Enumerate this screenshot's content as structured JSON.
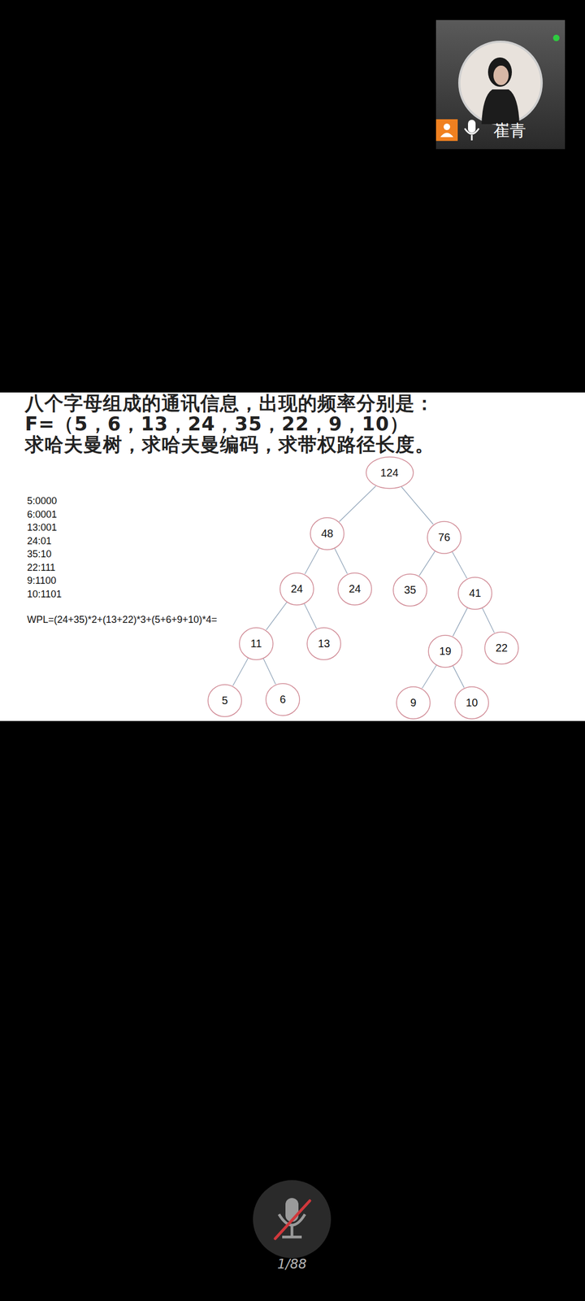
{
  "diagram": {
    "nodes": [
      {
        "text": [
          "124"
        ]
      },
      {
        "text": [
          "48"
        ]
      },
      {
        "text": [
          "76"
        ]
      },
      {
        "text": [
          "24"
        ]
      },
      {
        "text": [
          "24"
        ]
      },
      {
        "text": [
          "35"
        ]
      },
      {
        "text": [
          "41"
        ]
      },
      {
        "text": [
          "11"
        ]
      },
      {
        "text": [
          "13"
        ]
      },
      {
        "text": [
          "19"
        ]
      },
      {
        "text": [
          "22"
        ]
      },
      {
        "text": [
          "5"
        ]
      },
      {
        "text": [
          "6"
        ]
      },
      {
        "text": [
          "9"
        ]
      },
      {
        "text": [
          "10"
        ]
      }
    ],
    "edges": [
      {
        "from": 0,
        "to": 1,
        "arrow": "none"
      },
      {
        "from": 0,
        "to": 2,
        "arrow": "none"
      },
      {
        "from": 1,
        "to": 3,
        "arrow": "none"
      },
      {
        "from": 1,
        "to": 4,
        "arrow": "none"
      },
      {
        "from": 2,
        "to": 5,
        "arrow": "none"
      },
      {
        "from": 2,
        "to": 6,
        "arrow": "none"
      },
      {
        "from": 3,
        "to": 7,
        "arrow": "none"
      },
      {
        "from": 3,
        "to": 8,
        "arrow": "none"
      },
      {
        "from": 6,
        "to": 9,
        "arrow": "none"
      },
      {
        "from": 6,
        "to": 10,
        "arrow": "none"
      },
      {
        "from": 7,
        "to": 11,
        "arrow": "none"
      },
      {
        "from": 7,
        "to": 12,
        "arrow": "none"
      },
      {
        "from": 9,
        "to": 13,
        "arrow": "none"
      },
      {
        "from": 9,
        "to": 14,
        "arrow": "none"
      }
    ],
    "labels": [
      "八个字母组成的通讯信息，出现的频率分别是：",
      "F=（5，6，13，24，35，22，9，10）",
      "求哈夫曼树，求哈夫曼编码，求带权路径长度。",
      "5:0000",
      "6:0001",
      "13:001",
      "24:01",
      "35:10",
      "22:111",
      "9:1100",
      "10:1101",
      "WPL=(24+35)*2+(13+22)*3+(5+6+9+10)*4=",
      "崔青",
      "1/88"
    ]
  }
}
